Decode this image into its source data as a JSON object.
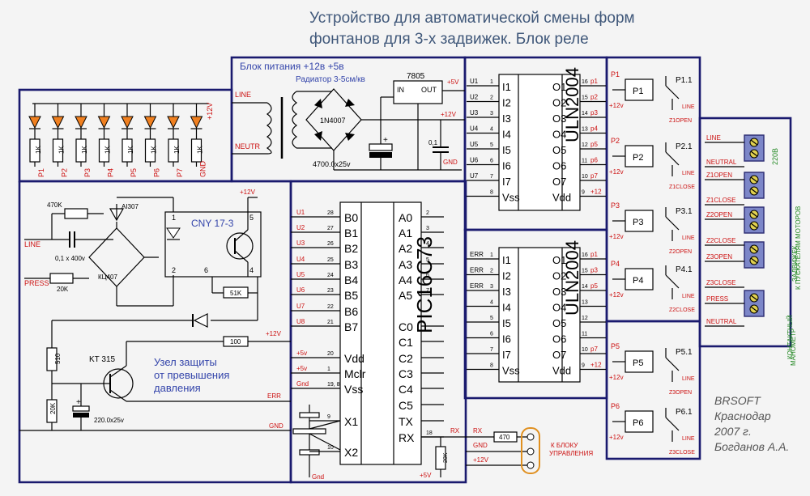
{
  "header": {
    "title_line1": "Устройство для автоматической   смены форм",
    "title_line2": "фонтанов  для 3-х задвижек. Блок реле"
  },
  "psu": {
    "title": "Блок питания +12в  +5в",
    "radiator": "Радиатор 3-5см/кв",
    "regulator": "7805",
    "reg_in": "IN",
    "reg_out": "OUT",
    "diode": "1N4007",
    "cap_main": "4700.0x25v",
    "cap_small": "0,1",
    "line": "LINE",
    "neutr": "NEUTR",
    "plus5": "+5V",
    "plus12": "+12V",
    "gnd": "GND",
    "plus": "+"
  },
  "led_bank": {
    "resistor": "1K",
    "labels": [
      "P1",
      "P2",
      "P3",
      "P4",
      "P5",
      "P6",
      "P7",
      "GND"
    ],
    "supply": "+12V"
  },
  "input": {
    "r470": "470K",
    "led": "AI307",
    "cap": "0,1 x 400v",
    "bridge": "КЦ407",
    "opto": "CNY 17-3",
    "line": "LINE",
    "press": "PRESS",
    "r20": "20K",
    "r51": "51K",
    "pin1": "1",
    "pin2": "2",
    "pin4": "4",
    "pin5": "5",
    "pin6": "6",
    "plus12": "+12V"
  },
  "protection": {
    "r100": "100",
    "transistor": "KT 315",
    "label1": "Узел защиты",
    "label2": "от превышения",
    "label3": "давления",
    "r510": "510",
    "r20k": "20K",
    "cap": "220.0x25v",
    "plus12": "+12V",
    "err": "ERR",
    "gnd": "GND"
  },
  "mcu": {
    "name": "PIC16C73",
    "left_pins": [
      "B0",
      "B1",
      "B2",
      "B3",
      "B4",
      "B5",
      "B6",
      "B7",
      "Vdd",
      "Mclr",
      "Vss",
      "X1",
      "X2"
    ],
    "left_nums": [
      "28",
      "27",
      "26",
      "25",
      "24",
      "23",
      "22",
      "21",
      "20",
      "1",
      "19, 8",
      "9",
      "10"
    ],
    "left_nets": [
      "U1",
      "U2",
      "U3",
      "U4",
      "U5",
      "U6",
      "U7",
      "U8",
      "+5v",
      "+5v",
      "Gnd",
      "",
      ""
    ],
    "right_pins": [
      "A0",
      "A1",
      "A2",
      "A3",
      "A4",
      "A5",
      "C0",
      "C1",
      "C2",
      "C3",
      "C4",
      "C5",
      "TX",
      "RX"
    ],
    "right_nums": [
      "2",
      "3",
      "4",
      "5",
      "6",
      "7",
      "",
      "",
      "",
      "",
      "",
      "",
      "",
      "18"
    ],
    "gnd": "Gnd"
  },
  "uln_top": {
    "name": "ULN2004",
    "inputs": [
      "I1",
      "I2",
      "I3",
      "I4",
      "I5",
      "I6",
      "I7",
      "Vss"
    ],
    "outputs": [
      "O1",
      "O2",
      "O3",
      "O4",
      "O5",
      "O6",
      "O7",
      "Vdd"
    ],
    "in_nets": [
      "U1",
      "U2",
      "U3",
      "U4",
      "U5",
      "U6",
      "U7",
      ""
    ],
    "in_nums": [
      "1",
      "2",
      "3",
      "4",
      "5",
      "6",
      "7",
      "8"
    ],
    "out_nums": [
      "16",
      "15",
      "14",
      "13",
      "12",
      "11",
      "10",
      "9"
    ],
    "out_nets": [
      "p1",
      "p2",
      "p3",
      "p4",
      "p5",
      "p6",
      "p7",
      "+12"
    ]
  },
  "uln_bottom": {
    "name": "ULN2004",
    "inputs": [
      "I1",
      "I2",
      "I3",
      "I4",
      "I5",
      "I6",
      "I7",
      "Vss"
    ],
    "outputs": [
      "O1",
      "O2",
      "O3",
      "O4",
      "O5",
      "O6",
      "O7",
      "Vdd"
    ],
    "in_nets": [
      "ERR",
      "ERR",
      "ERR",
      "",
      "",
      "",
      "",
      ""
    ],
    "in_nums": [
      "1",
      "2",
      "3",
      "4",
      "5",
      "6",
      "7",
      "8"
    ],
    "out_nums": [
      "16",
      "15",
      "14",
      "13",
      "12",
      "11",
      "10",
      "9"
    ],
    "out_nets": [
      "p1",
      "p3",
      "p5",
      "",
      "",
      "",
      "p7",
      "+12"
    ]
  },
  "relays": [
    {
      "tag": "P1",
      "coil": "P1",
      "contact": "P1.1",
      "line": "LINE",
      "out": "Z1OPEN",
      "v": "+12v"
    },
    {
      "tag": "P2",
      "coil": "P2",
      "contact": "P2.1",
      "line": "LINE",
      "out": "Z1CLOSE",
      "v": "+12v"
    },
    {
      "tag": "P3",
      "coil": "P3",
      "contact": "P3.1",
      "line": "LINE",
      "out": "Z2OPEN",
      "v": "+12v"
    },
    {
      "tag": "P4",
      "coil": "P4",
      "contact": "P4.1",
      "line": "LINE",
      "out": "Z2CLOSE",
      "v": "+12v"
    },
    {
      "tag": "P5",
      "coil": "P5",
      "contact": "P5.1",
      "line": "LINE",
      "out": "Z3OPEN",
      "v": "+12v"
    },
    {
      "tag": "P6",
      "coil": "P6",
      "contact": "P6.1",
      "line": "LINE",
      "out": "Z3CLOSE",
      "v": "+12v"
    }
  ],
  "terminals": {
    "labels": [
      "LINE",
      "NEUTRAL",
      "Z1OPEN",
      "Z1CLOSE",
      "Z2OPEN",
      "Z2CLOSE",
      "Z3OPEN",
      "Z3CLOSE",
      "PRESS",
      "NEUTRAL"
    ],
    "v220": "220В",
    "motors": "К  ПУСКАТЕЛЯМ МОТОРОВ",
    "valves": "ЗАДВИЖЕК",
    "contact": "КОНТАКТНЫЙ",
    "manometer": "МАНОМЕТР"
  },
  "serial": {
    "r470": "470",
    "r20k": "20K",
    "rx": "RX",
    "rx2": "RX",
    "gnd": "GND",
    "plus12": "+12V",
    "plus5": "+5V",
    "label1": "К БЛОКУ",
    "label2": "УПРАВЛЕНИЯ"
  },
  "credits": {
    "line1": "BRSOFT",
    "line2": "Краснодар",
    "line3": "2007 г.",
    "line4": "Богданов А.А."
  }
}
